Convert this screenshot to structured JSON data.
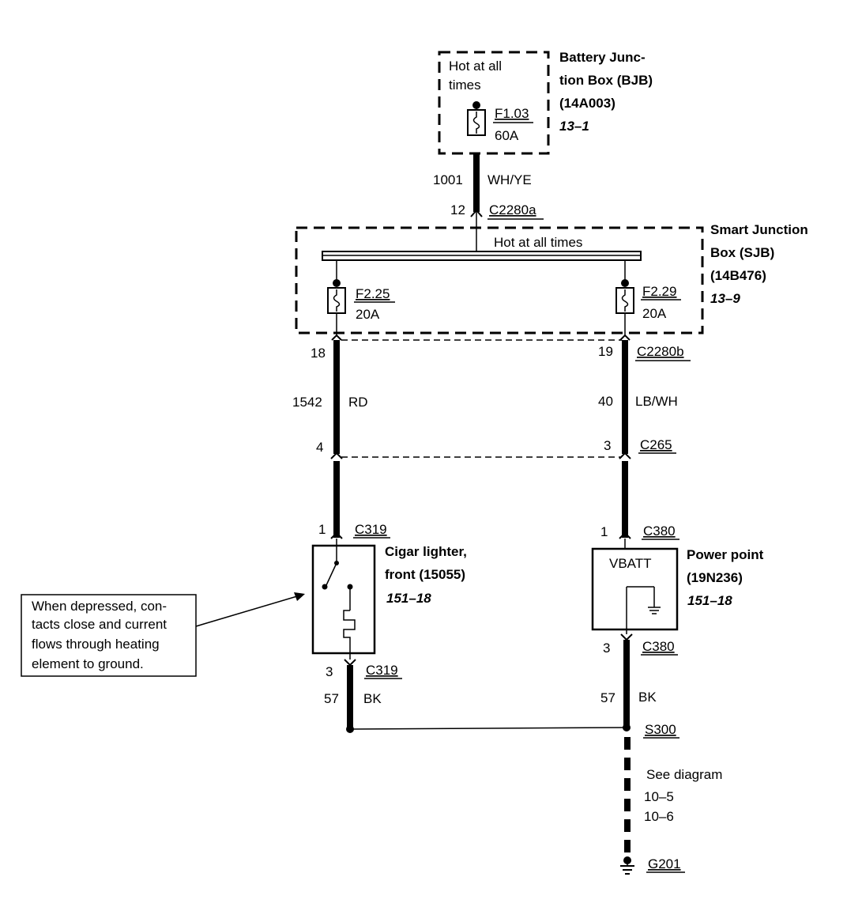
{
  "bjb": {
    "hot_line1": "Hot at all",
    "hot_line2": "times",
    "fuse_id": "F1.03",
    "fuse_rating": "60A",
    "title_line1": "Battery Junc-",
    "title_line2": "tion Box (BJB)",
    "title_line3": "(14A003)",
    "ref": "13–1"
  },
  "wire_feed": {
    "circuit": "1001",
    "color": "WH/YE",
    "pin": "12",
    "connector": "C2280a"
  },
  "sjb": {
    "busbar_label": "Hot at all times",
    "title_line1": "Smart Junction",
    "title_line2": "Box (SJB)",
    "title_line3": "(14B476)",
    "ref": "13–9",
    "fuse_left_id": "F2.25",
    "fuse_left_rating": "20A",
    "fuse_right_id": "F2.29",
    "fuse_right_rating": "20A"
  },
  "left_branch": {
    "pin_sjb": "18",
    "circuit": "1542",
    "color": "RD",
    "pin_c265": "4",
    "pin_device": "1",
    "connector_device": "C319",
    "pin_out": "3",
    "connector_out": "C319",
    "ground_circuit": "57",
    "ground_color": "BK"
  },
  "right_branch": {
    "pin_sjb": "19",
    "connector_sjb": "C2280b",
    "circuit": "40",
    "color": "LB/WH",
    "pin_c265": "3",
    "connector_c265": "C265",
    "pin_device": "1",
    "connector_device": "C380",
    "pin_out": "3",
    "connector_out": "C380",
    "ground_circuit": "57",
    "ground_color": "BK"
  },
  "cigar_lighter": {
    "title_line1": "Cigar lighter,",
    "title_line2": "front (15055)",
    "ref": "151–18"
  },
  "power_point": {
    "inner_label": "VBATT",
    "title_line1": "Power point",
    "title_line2": "(19N236)",
    "ref": "151–18"
  },
  "callout": {
    "line1": "When depressed, con-",
    "line2": "tacts close and current",
    "line3": "flows through heating",
    "line4": "element to ground."
  },
  "splice": {
    "id": "S300",
    "see_label": "See diagram",
    "see_ref1": "10–5",
    "see_ref2": "10–6"
  },
  "ground": {
    "id": "G201"
  }
}
